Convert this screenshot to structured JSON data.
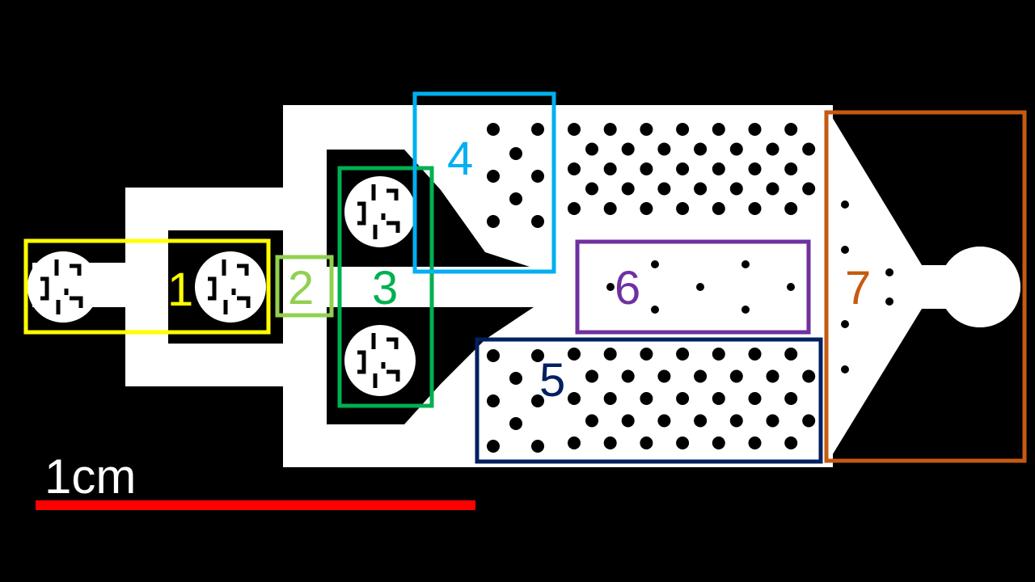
{
  "diagram": {
    "background_color": "#000000",
    "device_color": "#ffffff",
    "regions": [
      {
        "id": "1",
        "label": "1",
        "color": "#ffff00"
      },
      {
        "id": "2",
        "label": "2",
        "color": "#92d050"
      },
      {
        "id": "3",
        "label": "3",
        "color": "#00b050"
      },
      {
        "id": "4",
        "label": "4",
        "color": "#00b0f0"
      },
      {
        "id": "5",
        "label": "5",
        "color": "#002060"
      },
      {
        "id": "6",
        "label": "6",
        "color": "#7030a0"
      },
      {
        "id": "7",
        "label": "7",
        "color": "#c55a11"
      }
    ],
    "scale_bar": {
      "label": "1cm",
      "color": "#ff0000"
    }
  }
}
